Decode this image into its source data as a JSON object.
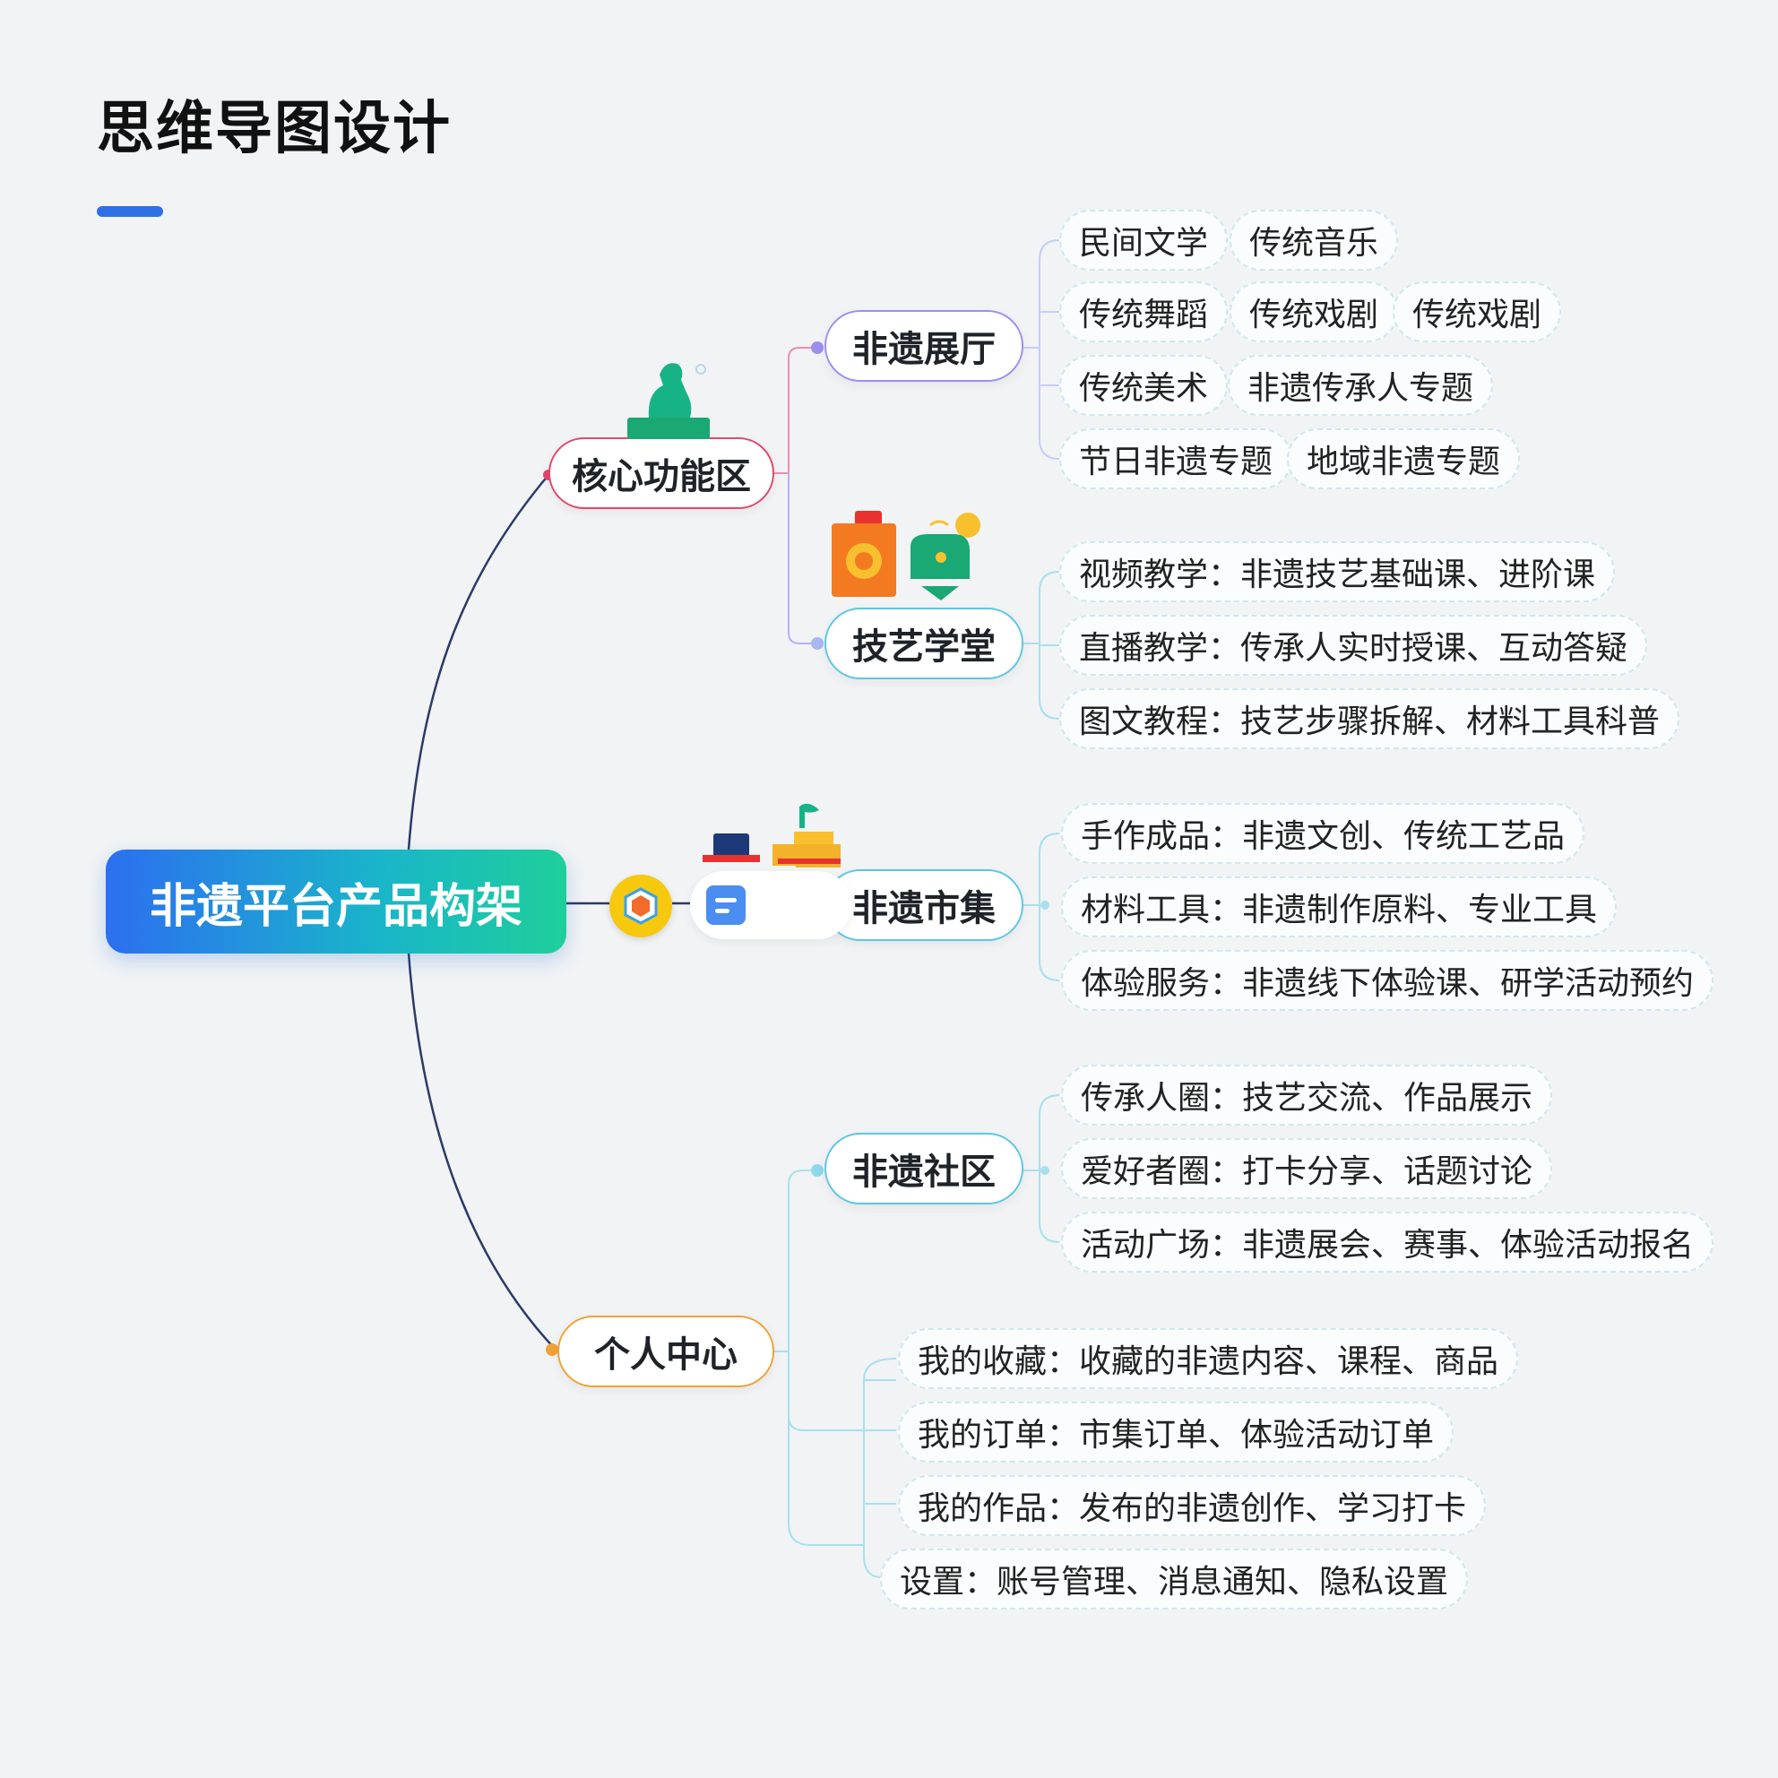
{
  "page": {
    "title": "思维导图设计"
  },
  "colors": {
    "accent": "#2f6fe6",
    "main_branch": "#2b3a67",
    "core": "#e0496b",
    "hall": "#9d8ff0",
    "academy": "#5cc7e3",
    "market": "#5cc7e3",
    "community": "#5cc7e3",
    "personal": "#f0a236"
  },
  "root": {
    "label": "非遗平台产品构架"
  },
  "core": {
    "label": "核心功能区",
    "icon": "figurine-icon",
    "hall": {
      "label": "非遗展厅",
      "items": [
        "民间文学",
        "传统音乐",
        "传统舞蹈",
        "传统戏剧",
        "传统戏剧",
        "传统美术",
        "非遗传承人专题",
        "节日非遗专题",
        "地域非遗专题"
      ]
    },
    "academy": {
      "label": "技艺学堂",
      "icon": "camera-chat-icon",
      "items": [
        "视频教学：非遗技艺基础课、进阶课",
        "直播教学：传承人实时授课、互动答疑",
        "图文教程：技艺步骤拆解、材料工具科普"
      ]
    }
  },
  "market": {
    "label": "非遗市集",
    "icon": "market-stall-icon",
    "badge_icon": "hexagon-badge-icon",
    "doc_icon": "document-icon",
    "items": [
      "手作成品：非遗文创、传统工艺品",
      "材料工具：非遗制作原料、专业工具",
      "体验服务：非遗线下体验课、研学活动预约"
    ]
  },
  "community": {
    "label": "非遗社区",
    "items": [
      "传承人圈：技艺交流、作品展示",
      "爱好者圈：打卡分享、话题讨论",
      "活动广场：非遗展会、赛事、体验活动报名"
    ]
  },
  "personal": {
    "label": "个人中心",
    "items": [
      "我的收藏：收藏的非遗内容、课程、商品",
      "我的订单：市集订单、体验活动订单",
      "我的作品：发布的非遗创作、学习打卡",
      "设置：账号管理、消息通知、隐私设置"
    ]
  }
}
